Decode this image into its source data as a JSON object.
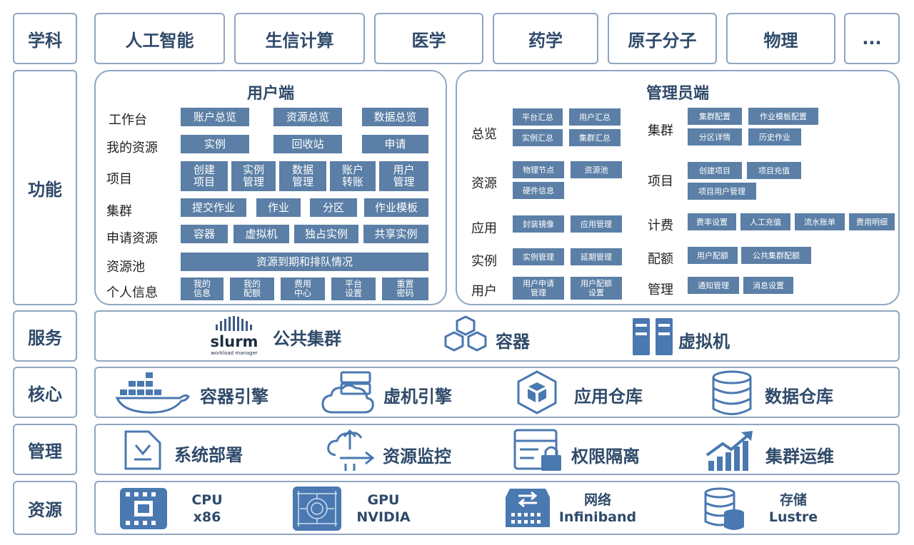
{
  "rows": {
    "subjects": "学科",
    "functions": "功能",
    "services": "服务",
    "core": "核心",
    "management": "管理",
    "resources": "资源"
  },
  "subjects": [
    "人工智能",
    "生信计算",
    "医学",
    "药学",
    "原子分子",
    "物理",
    "..."
  ],
  "user_panel": {
    "title": "用户端",
    "workbench": {
      "label": "工作台",
      "items": [
        "账户总览",
        "资源总览",
        "数据总览"
      ]
    },
    "my_resources": {
      "label": "我的资源",
      "items": [
        "实例",
        "回收站",
        "申请"
      ]
    },
    "project": {
      "label": "项目",
      "items": [
        "创建\n项目",
        "实例\n管理",
        "数据\n管理",
        "账户\n转账",
        "用户\n管理"
      ]
    },
    "cluster": {
      "label": "集群",
      "items": [
        "提交作业",
        "作业",
        "分区",
        "作业模板"
      ]
    },
    "apply": {
      "label": "申请资源",
      "items": [
        "容器",
        "虚拟机",
        "独占实例",
        "共享实例"
      ]
    },
    "pool": {
      "label": "资源池",
      "items": [
        "资源到期和排队情况"
      ]
    },
    "personal": {
      "label": "个人信息",
      "items": [
        "我的\n信息",
        "我的\n配额",
        "费用\n中心",
        "平台\n设置",
        "重置\n密码"
      ]
    }
  },
  "admin_panel": {
    "title": "管理员端",
    "overview": {
      "label": "总览",
      "items": [
        "平台汇总",
        "用户汇总",
        "实例汇总",
        "集群汇总"
      ]
    },
    "resources": {
      "label": "资源",
      "items": [
        "物理节点",
        "资源池",
        "硬件信息"
      ]
    },
    "apps": {
      "label": "应用",
      "items": [
        "封装镜像",
        "应用管理"
      ]
    },
    "instances": {
      "label": "实例",
      "items": [
        "实例管理",
        "延期管理"
      ]
    },
    "users": {
      "label": "用户",
      "items": [
        "用户申请\n管理",
        "用户配额\n设置"
      ]
    },
    "cluster": {
      "label": "集群",
      "items": [
        "集群配置",
        "作业模板配置",
        "分区详情",
        "历史作业"
      ]
    },
    "project": {
      "label": "项目",
      "items": [
        "创建项目",
        "项目充值",
        "项目用户管理"
      ]
    },
    "billing": {
      "label": "计费",
      "items": [
        "费率设置",
        "人工充值",
        "流水账单",
        "费用明细"
      ]
    },
    "quota": {
      "label": "配额",
      "items": [
        "用户配额",
        "公共集群配额"
      ]
    },
    "admin": {
      "label": "管理",
      "items": [
        "通知管理",
        "消息设置"
      ]
    }
  },
  "services": {
    "slurm_logo": "slurm",
    "slurm_sub": "workload manager",
    "public_cluster": "公共集群",
    "container": "容器",
    "vm": "虚拟机"
  },
  "core": [
    "容器引擎",
    "虚机引擎",
    "应用仓库",
    "数据仓库"
  ],
  "management": [
    "系统部署",
    "资源监控",
    "权限隔离",
    "集群运维"
  ],
  "resources": [
    {
      "name": "CPU",
      "detail": "x86",
      "icon": "cpu-icon"
    },
    {
      "name": "GPU",
      "detail": "NVIDIA",
      "icon": "gpu-icon"
    },
    {
      "name": "网络",
      "detail": "Infiniband",
      "icon": "network-switch-icon"
    },
    {
      "name": "存储",
      "detail": "Lustre",
      "icon": "storage-icon"
    }
  ],
  "colors": {
    "accent": "#5b7fa6",
    "border": "#8fa6c0",
    "text": "#2f4a6a"
  }
}
